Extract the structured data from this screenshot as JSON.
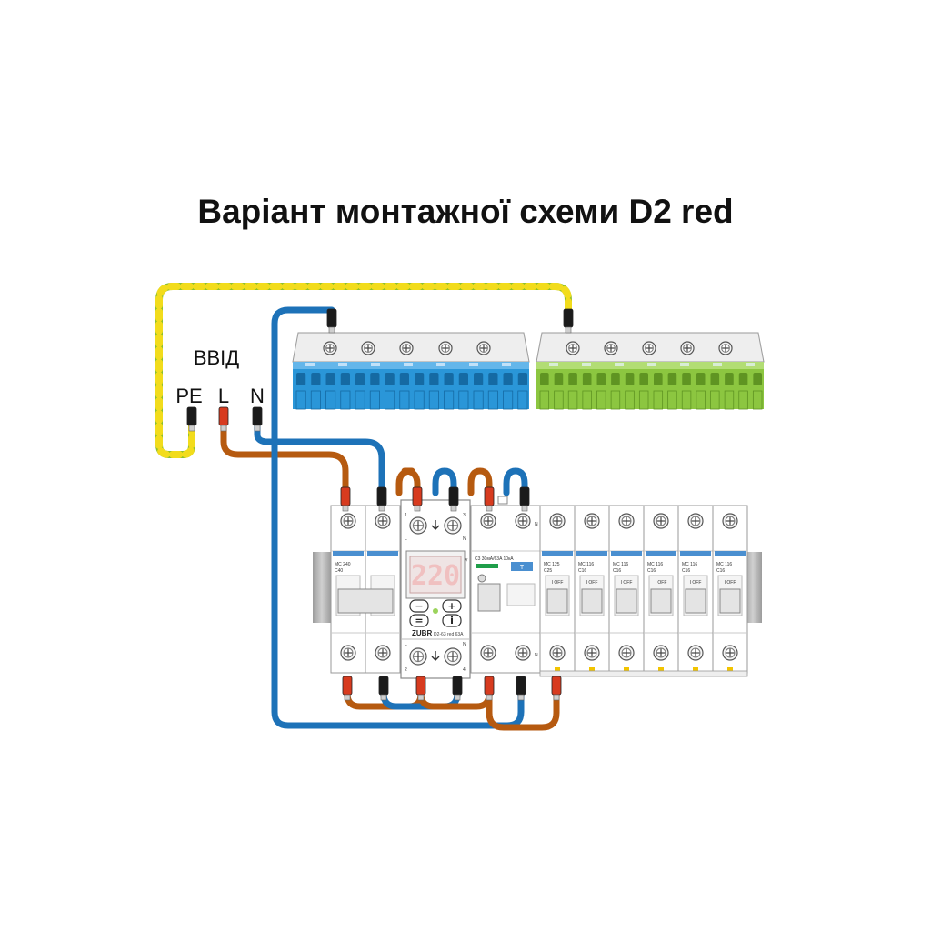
{
  "title": "Варіант монтажної схеми D2 red",
  "input": {
    "label": "ВВІД",
    "terminals": [
      "PE",
      "L",
      "N"
    ]
  },
  "relay": {
    "brand": "ZUBR",
    "model": "D2-63 red 63A",
    "display": "220",
    "top_labels": {
      "l": "L",
      "n": "N",
      "t1": "1",
      "t3": "3",
      "v": "V"
    },
    "bottom_labels": {
      "l": "L",
      "n": "N",
      "t2": "2",
      "t4": "4"
    },
    "buttons": {
      "minus": "−",
      "plus": "+",
      "equals": "=",
      "info": "i"
    }
  },
  "rcd_label": "N",
  "rcd_bottom_label": "N",
  "rcd_text": "C3 30мА/63A 10кА",
  "main_breaker": {
    "name": "MC 240",
    "rating": "C40"
  },
  "breakers": [
    {
      "name": "MC 125",
      "rating": "C25"
    },
    {
      "name": "MC 116",
      "rating": "C16"
    },
    {
      "name": "MC 116",
      "rating": "C16"
    },
    {
      "name": "MC 116",
      "rating": "C16"
    },
    {
      "name": "MC 116",
      "rating": "C16"
    },
    {
      "name": "MC 116",
      "rating": "C16"
    }
  ],
  "switch_text": "I  OFF",
  "colors": {
    "phase": "#b65a10",
    "neutral": "#1d72b8",
    "earth_green": "#8fbf2a",
    "earth_yellow": "#f2dc1c",
    "n_bus": "#2a96d8",
    "pe_bus": "#8cc640",
    "ferrule_red": "#d73b1f",
    "ferrule_black": "#1b1b1b"
  }
}
